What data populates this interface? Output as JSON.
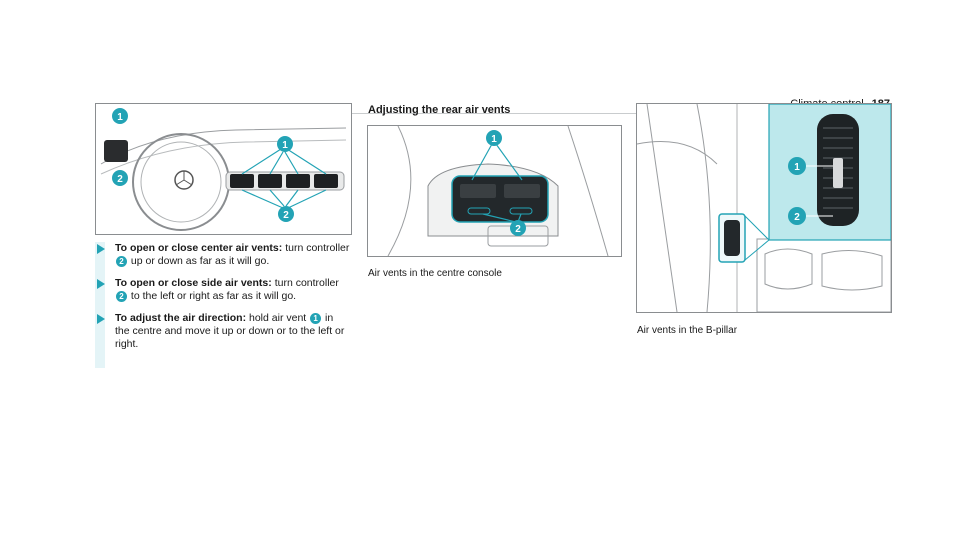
{
  "header": {
    "section": "Climate control",
    "page": "187"
  },
  "steps": [
    {
      "bold": "To open or close center air vents:",
      "a": "turn controller",
      "n": "2",
      "b": "up or down as far as it will go."
    },
    {
      "bold": "To open or close side air vents:",
      "a": "turn controller",
      "n": "2",
      "b": "to the left or right as far as it will go."
    },
    {
      "bold": "To adjust the air direction:",
      "a": "hold air vent",
      "n": "1",
      "b": "in the centre and move it up or down or to the left or right."
    }
  ],
  "rear_heading": "Adjusting the rear air vents",
  "captions": {
    "console": "Air vents in the centre console",
    "pillar": "Air vents in the B-pillar"
  },
  "callouts": {
    "one": "1",
    "two": "2"
  },
  "colors": {
    "accent": "#23a3b5",
    "highlight": "#bde8ec"
  }
}
